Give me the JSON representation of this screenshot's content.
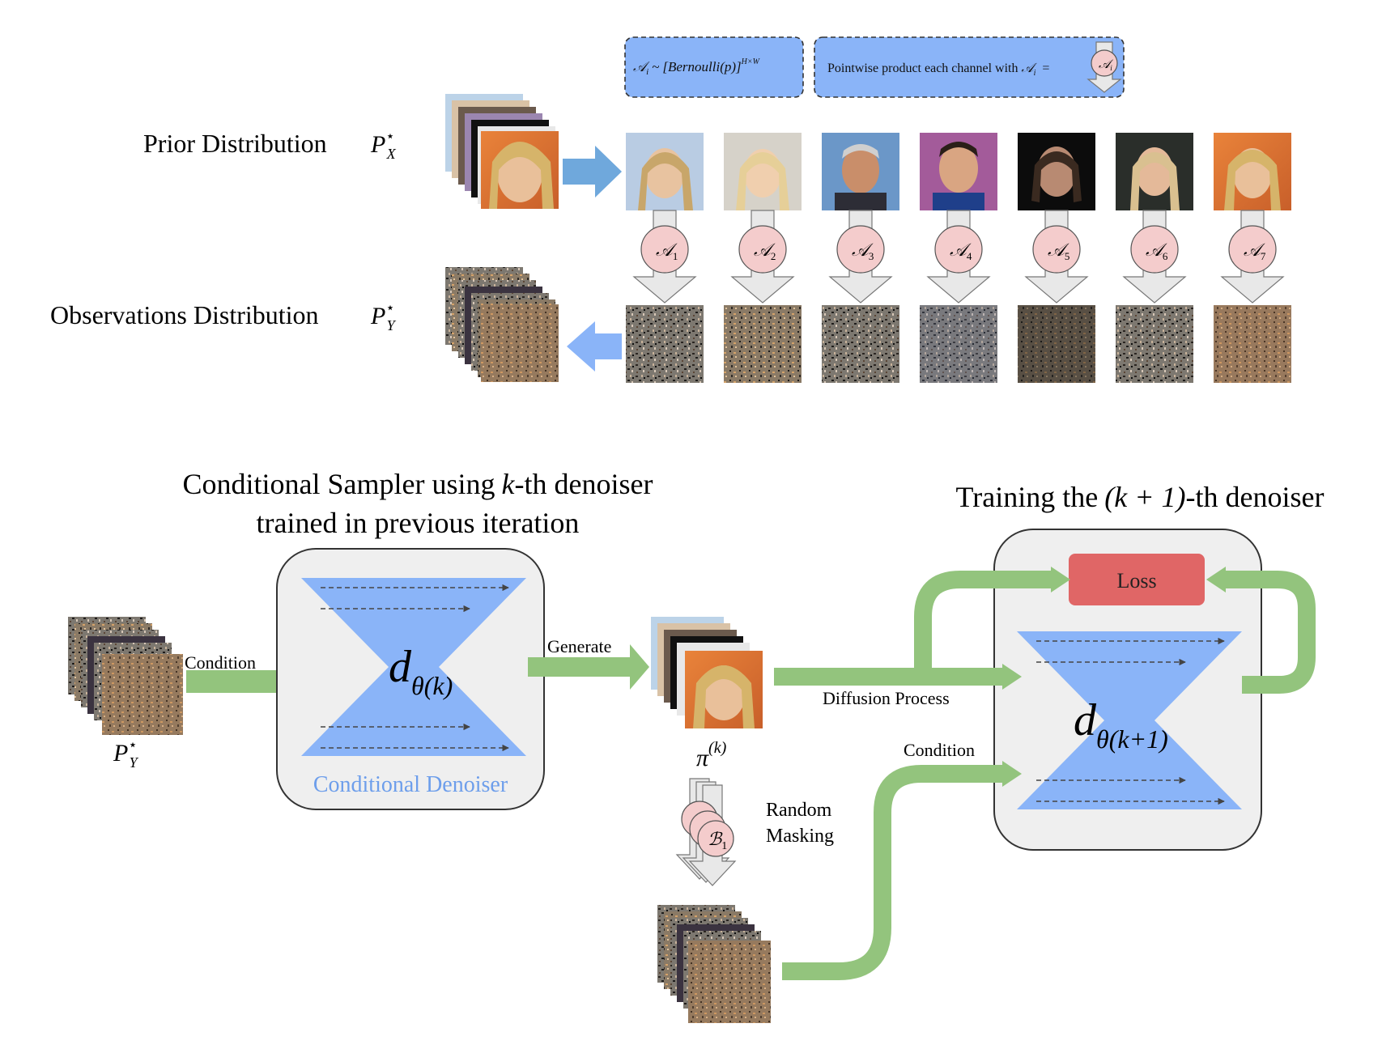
{
  "top": {
    "prior_label": "Prior Distribution",
    "prior_symbol": "P",
    "prior_sub": "X",
    "obs_label": "Observations Distribution",
    "obs_symbol": "P",
    "obs_sub": "Y",
    "star": "⋆",
    "note_bernoulli": {
      "A": "𝒜",
      "i": "i",
      "tilde": "~",
      "dist": "[Bernoulli(p)]",
      "dims": "H×W"
    },
    "note_pointwise": "Pointwise product each channel with",
    "note_pointwise_eq": "=",
    "masks": [
      "1",
      "2",
      "3",
      "4",
      "5",
      "6",
      "7"
    ],
    "mask_letter": "𝒜"
  },
  "bottom": {
    "left_title_1": "Conditional Sampler using",
    "left_title_k": "k",
    "left_title_2": "-th denoiser",
    "left_title_3": "trained in previous iteration",
    "right_title_1": "Training the",
    "right_title_k": "(k + 1)",
    "right_title_2": "-th denoiser",
    "condition_left": "Condition",
    "generate": "Generate",
    "diffusion": "Diffusion Process",
    "condition_right": "Condition",
    "loss": "Loss",
    "denoiser_caption": "Conditional Denoiser",
    "d_symbol": "d",
    "theta_k": "θ(k)",
    "theta_k1": "θ(k+1)",
    "pi_symbol": "π",
    "pi_sup": "(k)",
    "py_symbol": "P",
    "py_sub": "Y",
    "random_masking_1": "Random",
    "random_masking_2": "Masking",
    "b_letter": "ℬ",
    "b_sub": "1"
  },
  "colors": {
    "blue_note": "#8ab4f8",
    "hourglass": "#8ab4f8",
    "green_arrow": "#93c47d",
    "loss": "#e06666",
    "mask_circle": "#f4cccc",
    "denoiser_box": "#efefef",
    "caption_blue": "#6d9eeb"
  }
}
